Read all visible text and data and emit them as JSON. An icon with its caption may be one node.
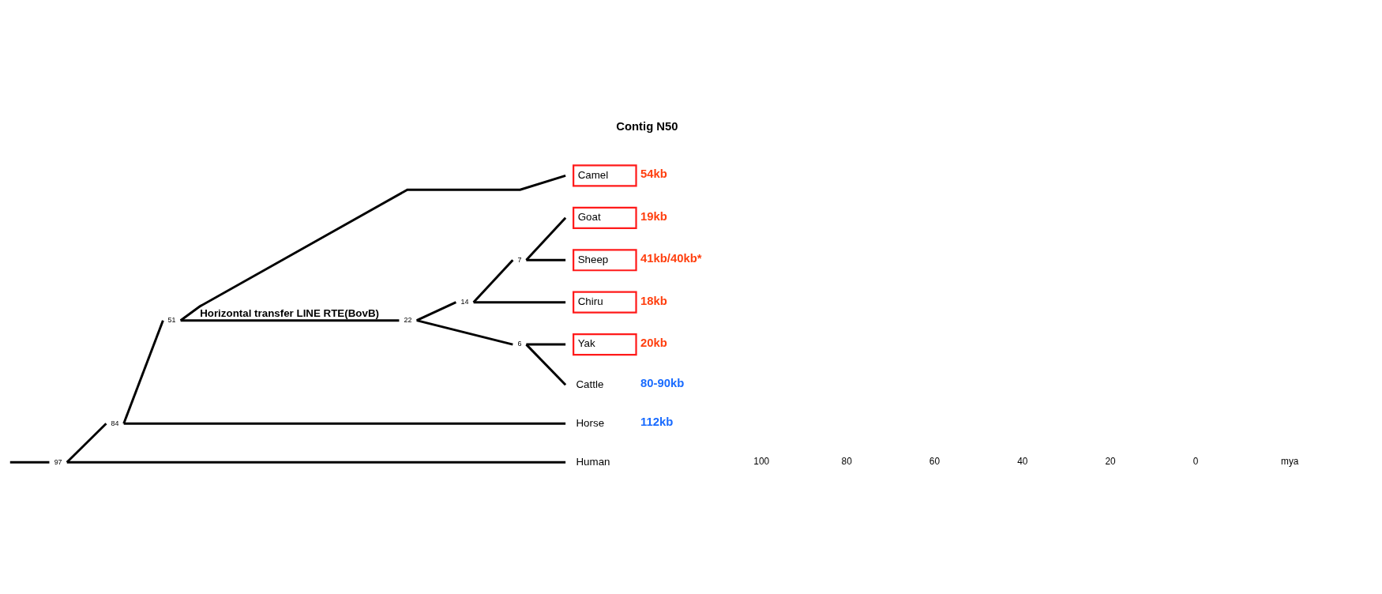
{
  "diagram": {
    "nodes": [
      {
        "text": [
          "97"
        ]
      },
      {
        "text": [
          "84"
        ]
      },
      {
        "text": [
          "51"
        ]
      },
      {
        "text": [
          "22"
        ]
      },
      {
        "text": [
          "14"
        ]
      },
      {
        "text": [
          "7"
        ]
      },
      {
        "text": [
          "6"
        ]
      },
      {
        "text": [
          "Camel"
        ],
        "beside": [
          "54kb"
        ]
      },
      {
        "text": [
          "Goat"
        ],
        "beside": [
          "19kb"
        ]
      },
      {
        "text": [
          "Sheep"
        ],
        "beside": [
          "41kb/40kb*"
        ]
      },
      {
        "text": [
          "Chiru"
        ],
        "beside": [
          "18kb"
        ]
      },
      {
        "text": [
          "Yak"
        ],
        "beside": [
          "20kb"
        ]
      },
      {
        "text": [
          "Cattle"
        ],
        "beside": [
          "80-90kb"
        ]
      },
      {
        "text": [
          "Horse"
        ],
        "beside": [
          "112kb"
        ]
      },
      {
        "text": [
          "Human"
        ]
      }
    ],
    "edges": [
      {
        "from": null,
        "to": 0,
        "arrow": "none"
      },
      {
        "from": 0,
        "to": 1,
        "arrow": "none"
      },
      {
        "from": 0,
        "to": 14,
        "arrow": "none"
      },
      {
        "from": 1,
        "to": 2,
        "arrow": "none"
      },
      {
        "from": 1,
        "to": 13,
        "arrow": "none"
      },
      {
        "from": 2,
        "to": 7,
        "arrow": "none"
      },
      {
        "from": 2,
        "to": 3,
        "arrow": "none",
        "label": "Horizontal transfer LINE RTE(BovB)"
      },
      {
        "from": 3,
        "to": 4,
        "arrow": "none"
      },
      {
        "from": 3,
        "to": 6,
        "arrow": "none"
      },
      {
        "from": 4,
        "to": 5,
        "arrow": "none"
      },
      {
        "from": 4,
        "to": 10,
        "arrow": "none"
      },
      {
        "from": 5,
        "to": 8,
        "arrow": "none"
      },
      {
        "from": 5,
        "to": 9,
        "arrow": "none"
      },
      {
        "from": 6,
        "to": 11,
        "arrow": "none"
      },
      {
        "from": 6,
        "to": 12,
        "arrow": "none"
      }
    ],
    "labels": [
      "Contig N50",
      "100",
      "80",
      "60",
      "40",
      "20",
      "0",
      "mya"
    ]
  }
}
